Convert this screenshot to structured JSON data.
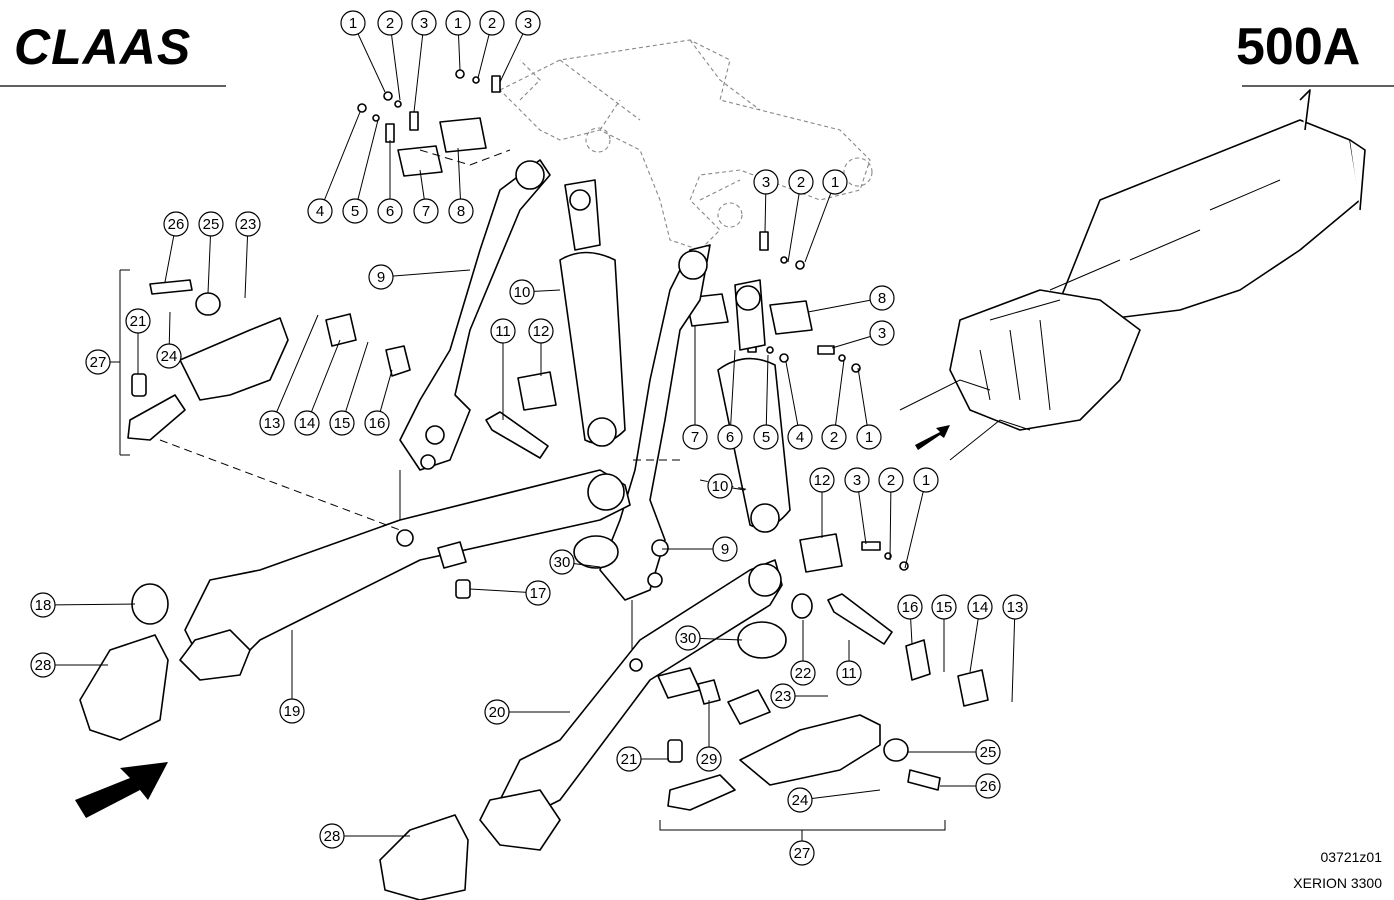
{
  "header": {
    "brand": "CLAAS",
    "page_code": "500A"
  },
  "footer": {
    "drawing_number": "03721z01",
    "model": "XERION 3300"
  },
  "callouts": [
    {
      "label": "1"
    },
    {
      "label": "2"
    },
    {
      "label": "3"
    },
    {
      "label": "1"
    },
    {
      "label": "2"
    },
    {
      "label": "3"
    },
    {
      "label": "4"
    },
    {
      "label": "5"
    },
    {
      "label": "6"
    },
    {
      "label": "7"
    },
    {
      "label": "8"
    },
    {
      "label": "9"
    },
    {
      "label": "10"
    },
    {
      "label": "11"
    },
    {
      "label": "12"
    },
    {
      "label": "26"
    },
    {
      "label": "25"
    },
    {
      "label": "23"
    },
    {
      "label": "21"
    },
    {
      "label": "24"
    },
    {
      "label": "27"
    },
    {
      "label": "13"
    },
    {
      "label": "14"
    },
    {
      "label": "15"
    },
    {
      "label": "16"
    },
    {
      "label": "3"
    },
    {
      "label": "2"
    },
    {
      "label": "1"
    },
    {
      "label": "8"
    },
    {
      "label": "3"
    },
    {
      "label": "7"
    },
    {
      "label": "6"
    },
    {
      "label": "5"
    },
    {
      "label": "4"
    },
    {
      "label": "2"
    },
    {
      "label": "1"
    },
    {
      "label": "10"
    },
    {
      "label": "12"
    },
    {
      "label": "3"
    },
    {
      "label": "2"
    },
    {
      "label": "1"
    },
    {
      "label": "9"
    },
    {
      "label": "30"
    },
    {
      "label": "17"
    },
    {
      "label": "18"
    },
    {
      "label": "28"
    },
    {
      "label": "19"
    },
    {
      "label": "16"
    },
    {
      "label": "15"
    },
    {
      "label": "14"
    },
    {
      "label": "13"
    },
    {
      "label": "30"
    },
    {
      "label": "22"
    },
    {
      "label": "11"
    },
    {
      "label": "20"
    },
    {
      "label": "23"
    },
    {
      "label": "25"
    },
    {
      "label": "21"
    },
    {
      "label": "29"
    },
    {
      "label": "24"
    },
    {
      "label": "26"
    },
    {
      "label": "27"
    },
    {
      "label": "28"
    }
  ]
}
